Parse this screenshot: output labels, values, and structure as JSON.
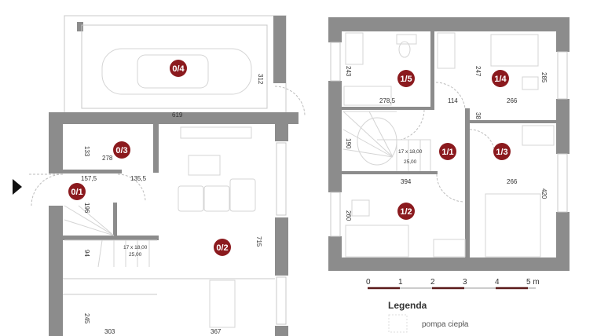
{
  "colors": {
    "wall": "#8c8c8c",
    "room_badge": "#8b1a1e",
    "scale_dark": "#5a1a1a"
  },
  "rooms": {
    "r04": "0/4",
    "r03": "0/3",
    "r01": "0/1",
    "r02": "0/2",
    "r15": "1/5",
    "r14": "1/4",
    "r11": "1/1",
    "r13": "1/3",
    "r12": "1/2"
  },
  "dimensions": {
    "g312": "312",
    "g619": "619",
    "g133": "133",
    "g278": "278",
    "g1575": "157,5",
    "g1355": "135,5",
    "g196": "196",
    "g94": "94",
    "g715": "715",
    "g245": "245",
    "g303": "303",
    "g367": "367",
    "stairs0_a": "17 x 18,00",
    "stairs0_b": "25,00",
    "u243": "243",
    "u2785": "278,5",
    "u114": "114",
    "u247": "247",
    "u266a": "266",
    "u285": "285",
    "u38": "38",
    "u190": "190",
    "u394": "394",
    "u266b": "266",
    "u420": "420",
    "u260": "260",
    "stairs1_a": "17 x 18,00",
    "stairs1_b": "25,00"
  },
  "scale": {
    "labels": [
      "0",
      "1",
      "2",
      "3",
      "4",
      "5 m"
    ]
  },
  "legend": {
    "title": "Legenda",
    "items": [
      {
        "label": "pompa ciepła",
        "icon": "heat-pump-icon"
      }
    ]
  },
  "entrance_icon": "entrance-arrow-icon"
}
